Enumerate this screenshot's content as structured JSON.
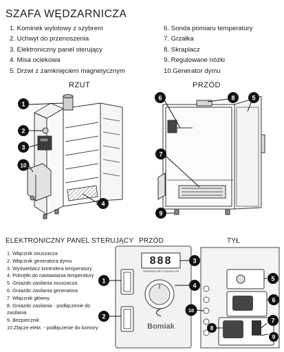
{
  "title": "SZAFA WĘDZARNICZA",
  "legend_left": [
    "1. Kominek wylotowy z szybrem",
    "2. Uchwyt do przenoszenia",
    "3. Elektroniczny panel sterujący",
    "4. Misa ociekowa",
    "5. Drzwi z zamknięciem magnetycznym"
  ],
  "legend_right": [
    "6. Sonda pomiaru temperatury",
    "7. Grzałka",
    "8. Skraplacz",
    "9. Regulowane nóżki",
    "10.Generator dymu"
  ],
  "views": {
    "rzut": "RZUT",
    "przod": "PRZÓD"
  },
  "panel_section": {
    "title": "ELEKTRONICZNY PANEL STERUJĄCY",
    "front": "PRZÓD",
    "back": "TYŁ",
    "items": [
      "1. Włącznik osuszacza",
      "2. Włącznik generatora dymu",
      "3. Wyświetlacz kontrolera temperatury",
      "4. Pokrętło do nastawiania temperatury",
      "5. Gniazdo zasilania osuszacza",
      "6. Gniazdo zasilania generatora",
      "7. Włącznik główny",
      "8. Gniazdo zasilania - podłączenie do zasilania",
      "9. Bezpiecznik",
      "10.Złącze elekt. - podłączenie do komory"
    ],
    "display_caption": "TEMPERATURE CONTROLLER",
    "brand": "Bomiak",
    "display_digits": "888"
  },
  "callouts": [
    "1",
    "2",
    "3",
    "4",
    "5",
    "6",
    "7",
    "8",
    "9",
    "10"
  ]
}
